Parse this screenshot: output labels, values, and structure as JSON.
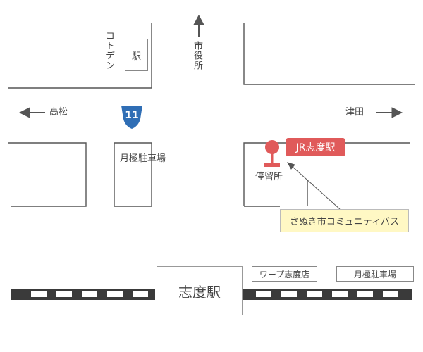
{
  "labels": {
    "kotoden": "コトデン",
    "eki_small": "駅",
    "north_road": "市役所",
    "west": "高松",
    "east": "津田",
    "route_number": "11",
    "parking_left": "月極駐車場",
    "jr_badge": "JR志度駅",
    "bus_stop": "停留所",
    "bus_line": "さぬき市コミュニティバス",
    "warp_store": "ワープ志度店",
    "parking_right": "月極駐車場",
    "station_main": "志度駅"
  },
  "colors": {
    "road_line": "#555555",
    "rail": "#3a3a3a",
    "jr_red": "#e05a5a",
    "route_blue": "#2f6eb5",
    "bus_yellow": "#fff8c4"
  },
  "icons": {
    "bus_stop_pin": "bus-stop-pin-icon",
    "route_shield": "route-shield-icon"
  }
}
